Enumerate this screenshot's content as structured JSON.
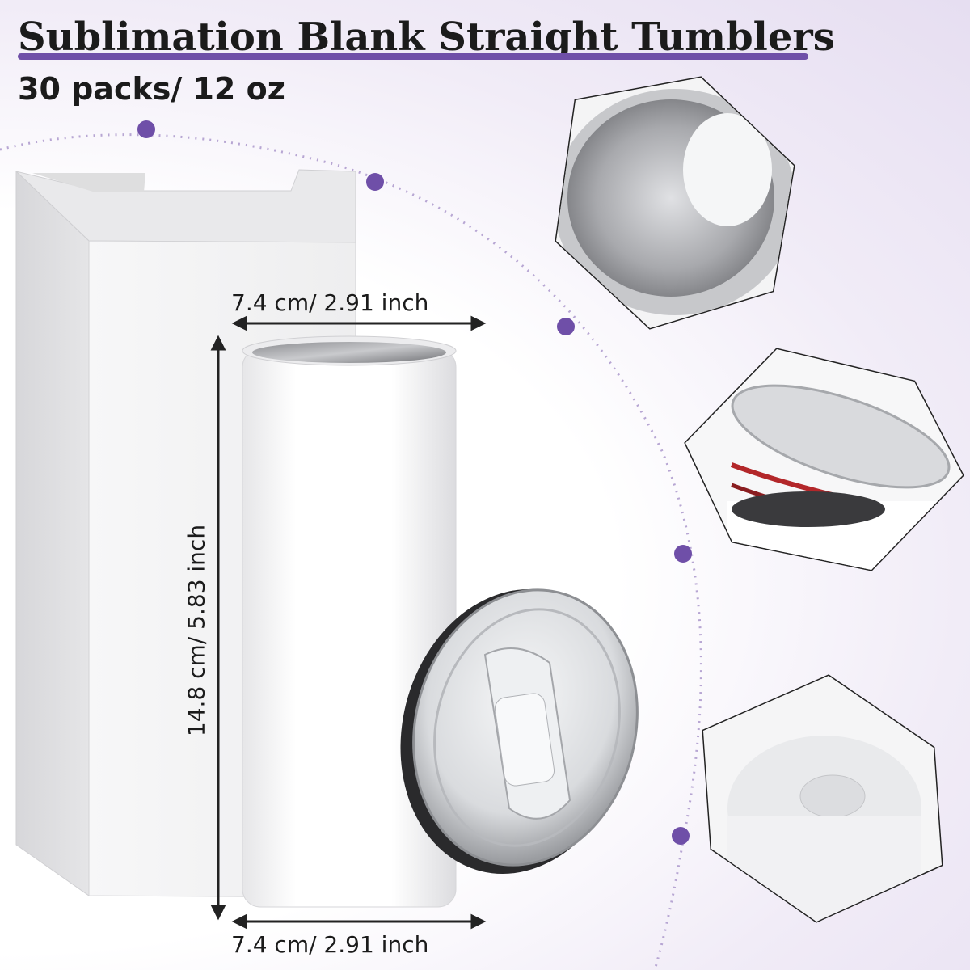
{
  "title": "Sublimation Blank Straight Tumblers",
  "subtitle": "30 packs/ 12 oz",
  "dimensions": {
    "width_top": "7.4 cm/ 2.91 inch",
    "width_bottom": "7.4 cm/ 2.91 inch",
    "height": "14.8 cm/ 5.83 inch"
  },
  "colors": {
    "accent": "#6f4fa8",
    "background_tint": "#e6def1"
  },
  "detail_views": [
    {
      "name": "tumbler-interior-detail"
    },
    {
      "name": "lid-seal-detail"
    },
    {
      "name": "tumbler-base-detail"
    }
  ]
}
